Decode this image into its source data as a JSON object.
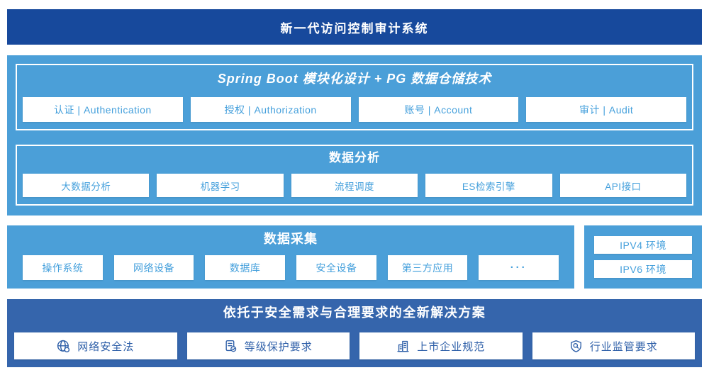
{
  "colors": {
    "banner_bg": "#17499C",
    "section_light_blue": "#4B9FD8",
    "solution_bg": "#3565AC",
    "box_text_light": "#45A0DC",
    "box_text_dark": "#2E5FA8"
  },
  "banner": {
    "title": "新一代访问控制审计系统"
  },
  "platform": {
    "title": "Spring Boot 模块化设计 + PG 数据仓储技术",
    "modules": [
      "认证 | Authentication",
      "授权 | Authorization",
      "账号 | Account",
      "审计 | Audit"
    ]
  },
  "analysis": {
    "title": "数据分析",
    "modules": [
      "大数据分析",
      "机器学习",
      "流程调度",
      "ES检索引擎",
      "API接口"
    ]
  },
  "collection": {
    "title": "数据采集",
    "sources": [
      "操作系统",
      "网络设备",
      "数据库",
      "安全设备",
      "第三方应用",
      "···"
    ]
  },
  "environments": {
    "items": [
      "IPV4 环境",
      "IPV6 环境"
    ]
  },
  "solution": {
    "title": "依托于安全需求与合理要求的全新解决方案",
    "items": [
      {
        "icon": "globe-network-icon",
        "label": "网络安全法"
      },
      {
        "icon": "compliance-checklist-icon",
        "label": "等级保护要求"
      },
      {
        "icon": "building-icon",
        "label": "上市企业规范"
      },
      {
        "icon": "shield-magnifier-icon",
        "label": "行业监管要求"
      }
    ]
  }
}
